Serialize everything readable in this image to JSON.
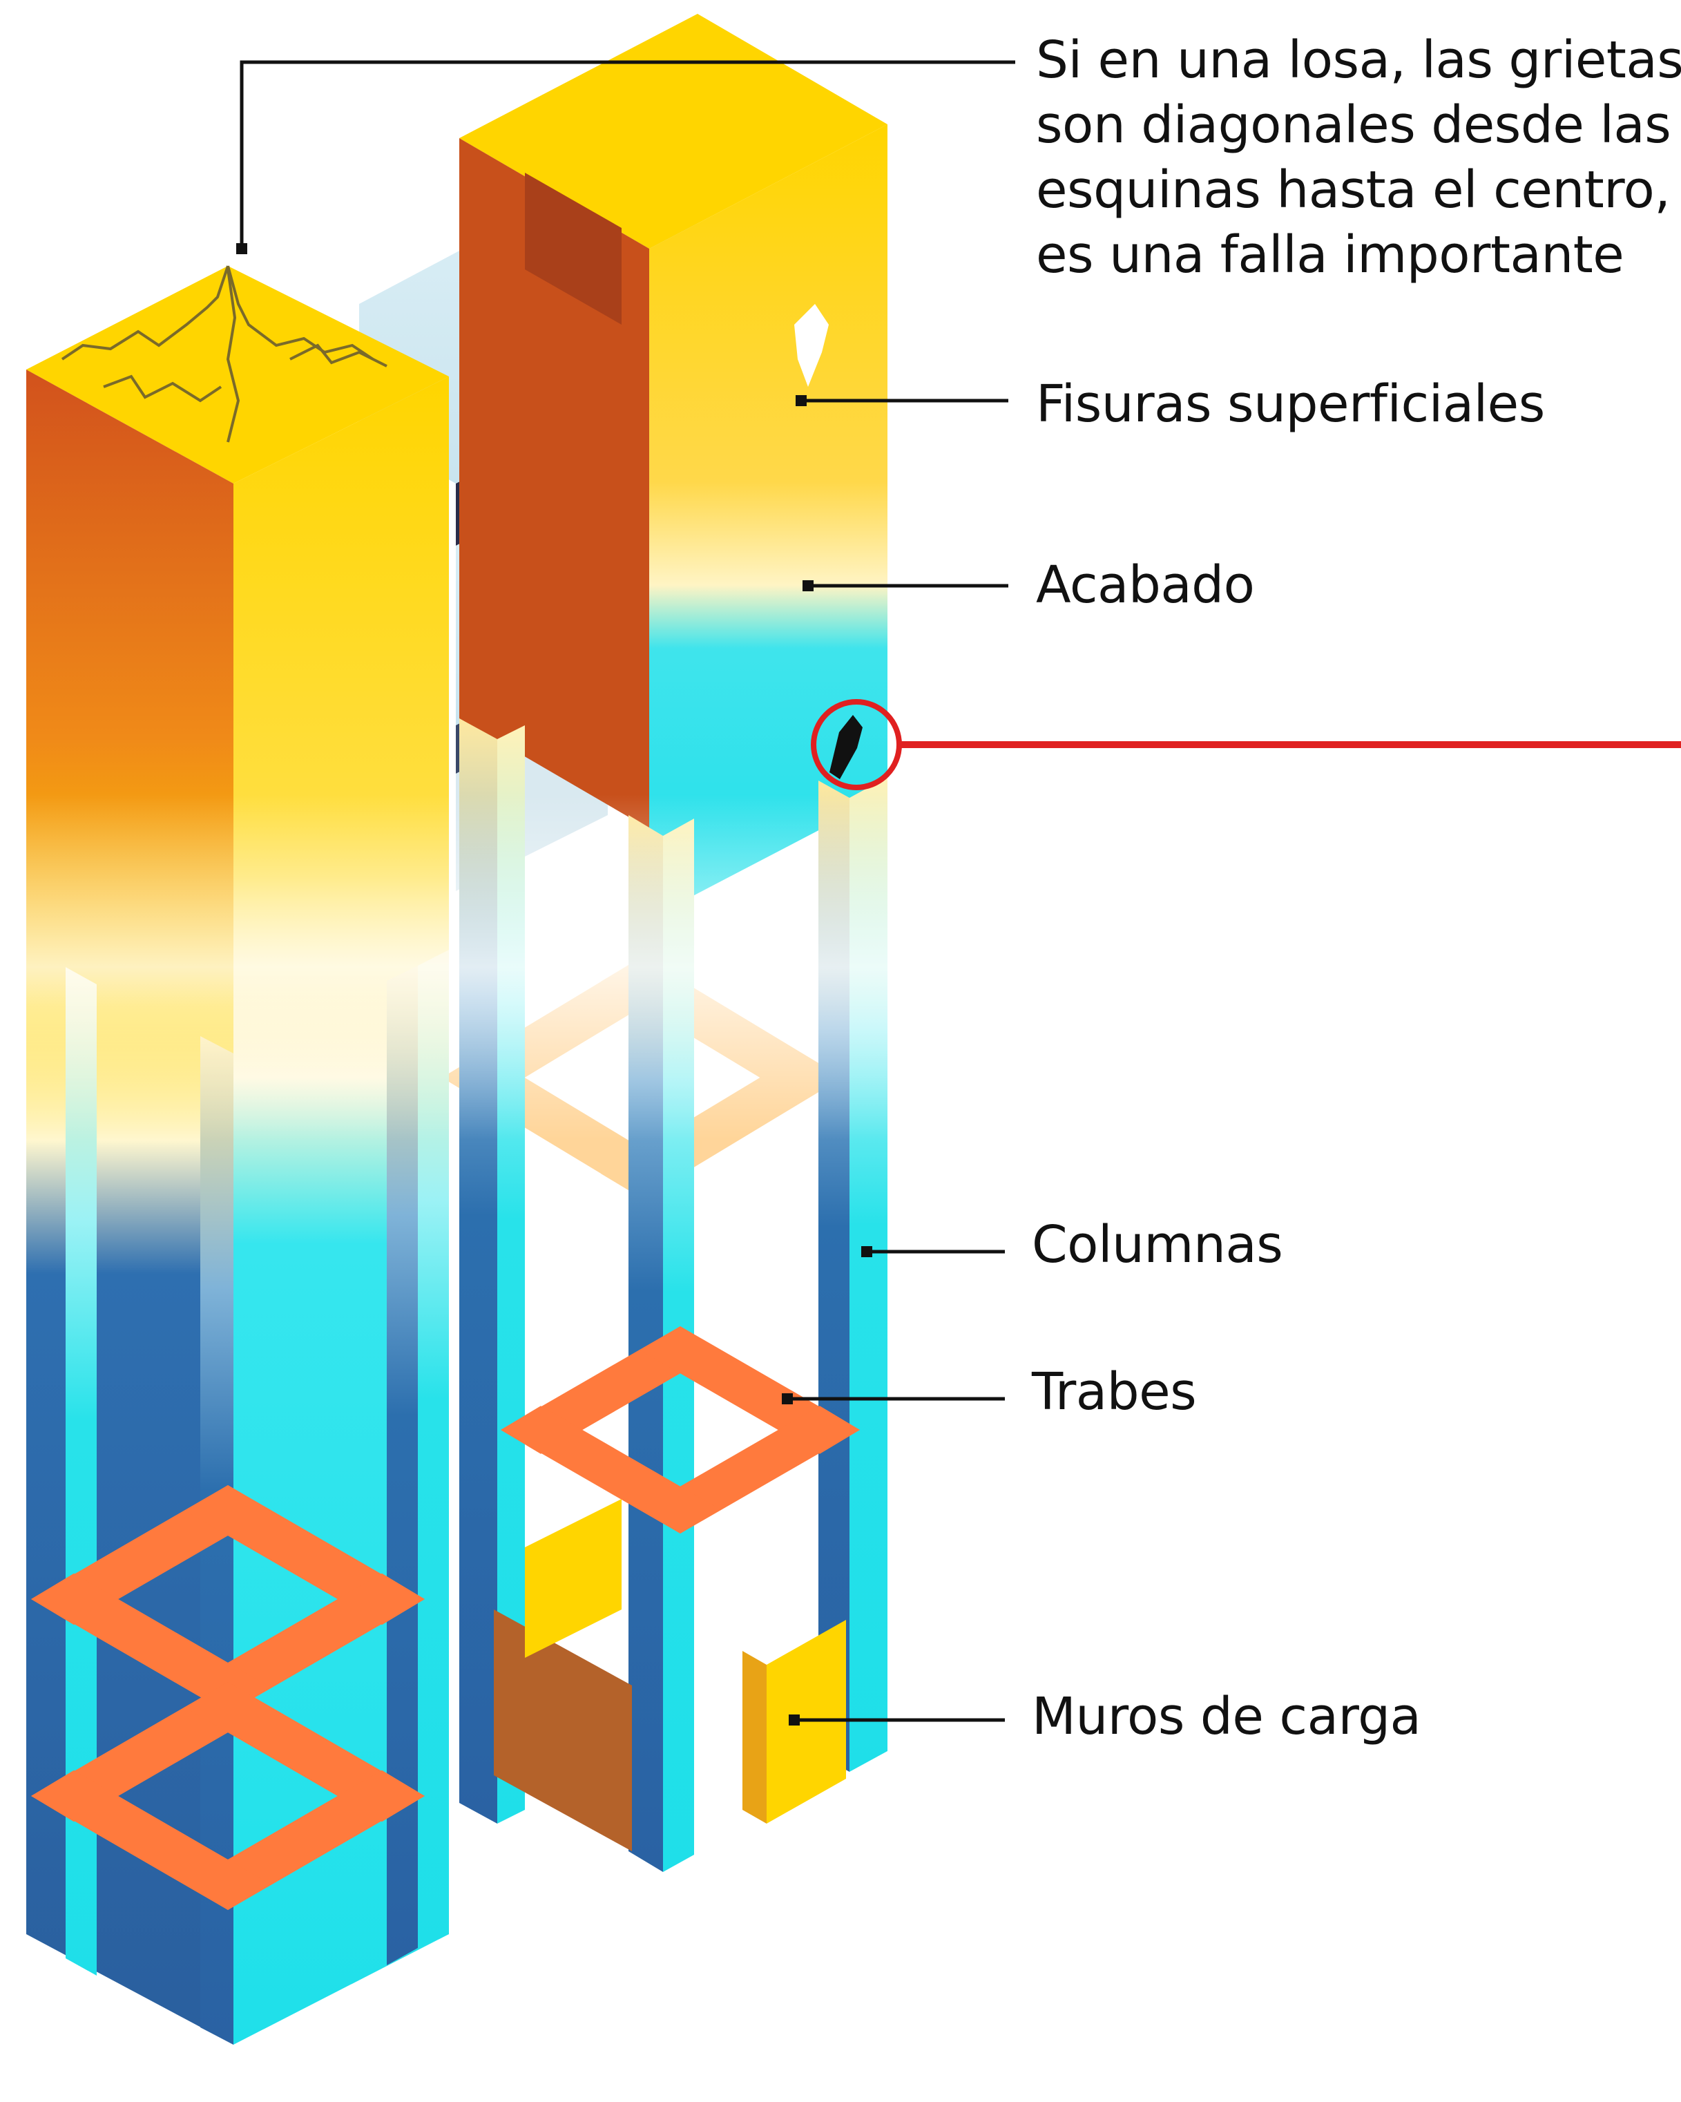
{
  "callouts": {
    "slab_cracks": {
      "lines": [
        "Si en una losa, las grietas",
        "son diagonales desde las",
        "esquinas hasta el centro,",
        "es una falla importante"
      ]
    },
    "surface_fissures": {
      "label": "Fisuras superficiales"
    },
    "finish": {
      "label": "Acabado"
    },
    "columns": {
      "label": "Columnas"
    },
    "beams": {
      "label": "Trabes"
    },
    "load_walls": {
      "label": "Muros de carga"
    }
  },
  "colors": {
    "slab_yellow": "#ffd500",
    "face_orange": "#e8731a",
    "face_dark_orange": "#c8501b",
    "column_cyan": "#21e3ea",
    "column_blue": "#2c6fae",
    "beam_orange": "#ff7a3d",
    "beam_light": "#ffb347",
    "glass": "#d6ecf5",
    "dark_band": "#2b2d4a",
    "leader_black": "#111111",
    "leader_red": "#e02020",
    "wall_brown": "#b4622a"
  }
}
